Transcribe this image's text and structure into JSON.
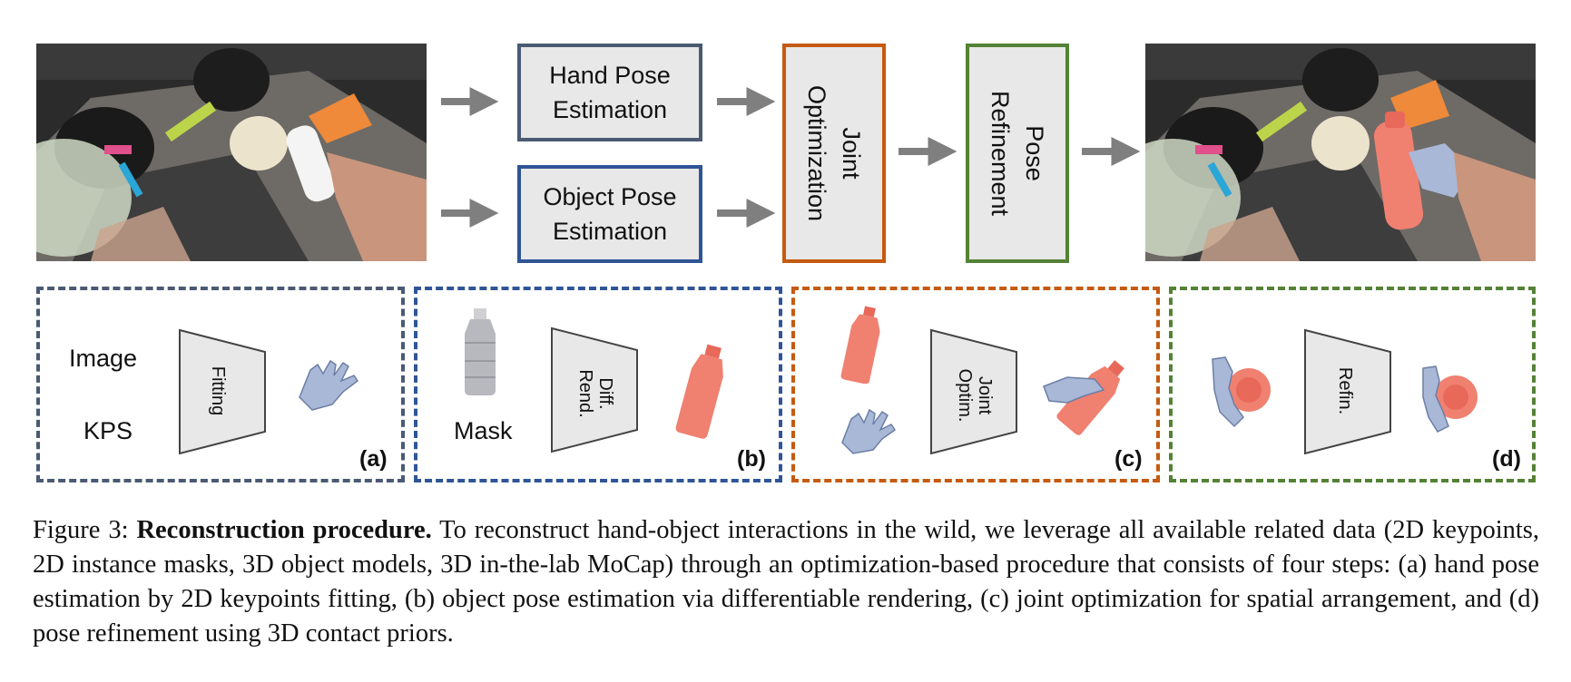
{
  "pipeline": {
    "hand_pose_box": [
      "Hand Pose",
      "Estimation"
    ],
    "object_pose_box": [
      "Object Pose",
      "Estimation"
    ],
    "joint_box": [
      "Joint",
      "Optimization"
    ],
    "refine_box": [
      "Pose",
      "Refinement"
    ]
  },
  "panels": {
    "a": {
      "label": "(a)",
      "image_text": "Image",
      "kps_text": "KPS",
      "module": [
        "Fitting"
      ]
    },
    "b": {
      "label": "(b)",
      "mask_text": "Mask",
      "module": [
        "Diff.",
        "Rend."
      ]
    },
    "c": {
      "label": "(c)",
      "module": [
        "Joint",
        "Optim."
      ]
    },
    "d": {
      "label": "(d)",
      "module": [
        "Refin."
      ]
    }
  },
  "colors": {
    "slate": "#4a5a73",
    "blue": "#2f5597",
    "orange": "#c55a11",
    "green": "#548235",
    "arrow": "#7f7f7f",
    "hand": "#a9b8d6",
    "bottle": "#f08070"
  },
  "caption": {
    "figure_label": "Figure 3:",
    "title": "Reconstruction procedure.",
    "body": "To reconstruct hand-object interactions in the wild, we leverage all available related data (2D keypoints, 2D instance masks, 3D object models, 3D in-the-lab MoCap) through an optimization-based procedure that consists of four steps: (a) hand pose estimation by 2D keypoints fitting, (b) object pose estimation via differentiable rendering, (c) joint optimization for spatial arrangement, and (d) pose refinement using 3D contact priors."
  }
}
